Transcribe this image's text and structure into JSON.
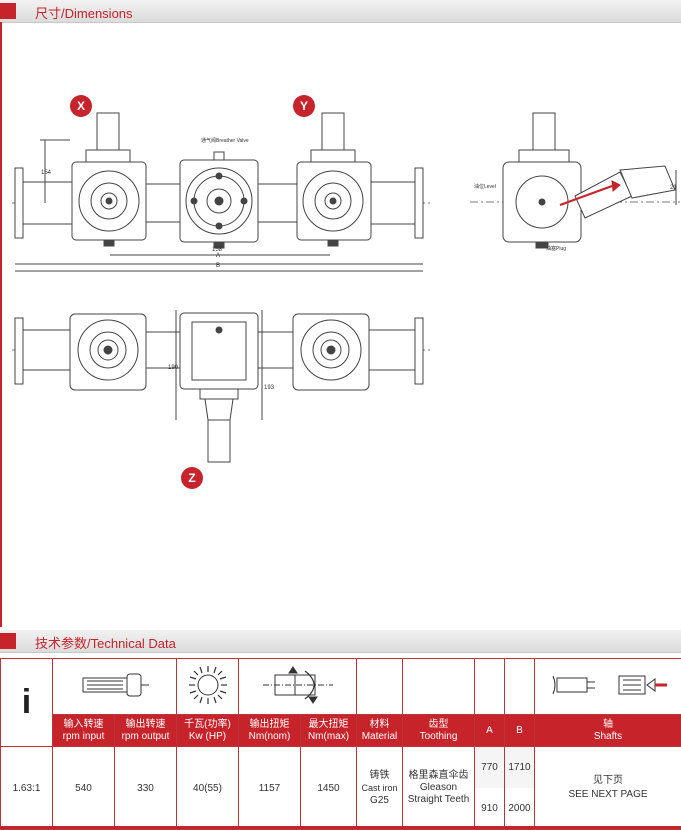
{
  "dimensions_section": {
    "title": "尺寸/Dimensions"
  },
  "views": {
    "x_label": "X",
    "y_label": "Y",
    "z_label": "Z",
    "breather_note": "通气阀Breather Valve",
    "level_note": "油位Level",
    "plug_note": "油塞Plug",
    "dim_a": "A",
    "dim_b": "B",
    "dim_154": "154",
    "dim_158": "158",
    "dim_190": "190",
    "dim_193": "193",
    "dim_21": "21"
  },
  "technical_section": {
    "title": "技术参数/Technical Data"
  },
  "table": {
    "info_symbol": "i",
    "headers": {
      "rpm_input": [
        "输入转速",
        "rpm input"
      ],
      "rpm_output": [
        "输出转速",
        "rpm output"
      ],
      "kw": [
        "千瓦(功率)",
        "Kw (HP)"
      ],
      "nm_nom": [
        "输出扭矩",
        "Nm(nom)"
      ],
      "nm_max": [
        "最大扭矩",
        "Nm(max)"
      ],
      "material": [
        "材料",
        "Material"
      ],
      "toothing": [
        "齿型",
        "Toothing"
      ],
      "a": "A",
      "b": "B",
      "shafts": [
        "轴",
        "Shafts"
      ]
    },
    "row": {
      "ratio": "1.63:1",
      "rpm_input": "540",
      "rpm_output": "330",
      "kw": "40(55)",
      "nm_nom": "1157",
      "nm_max": "1450",
      "material": [
        "铸铁",
        "Cast iron",
        "G25"
      ],
      "toothing": [
        "格里森直伞齿",
        "Gleason",
        "Straight Teeth"
      ],
      "a_values": [
        "770",
        "910"
      ],
      "b_values": [
        "1710",
        "2000"
      ],
      "shafts": [
        "见下页",
        "SEE NEXT PAGE"
      ]
    }
  },
  "colors": {
    "accent": "#c7232a",
    "band": "#e4e4e4"
  }
}
